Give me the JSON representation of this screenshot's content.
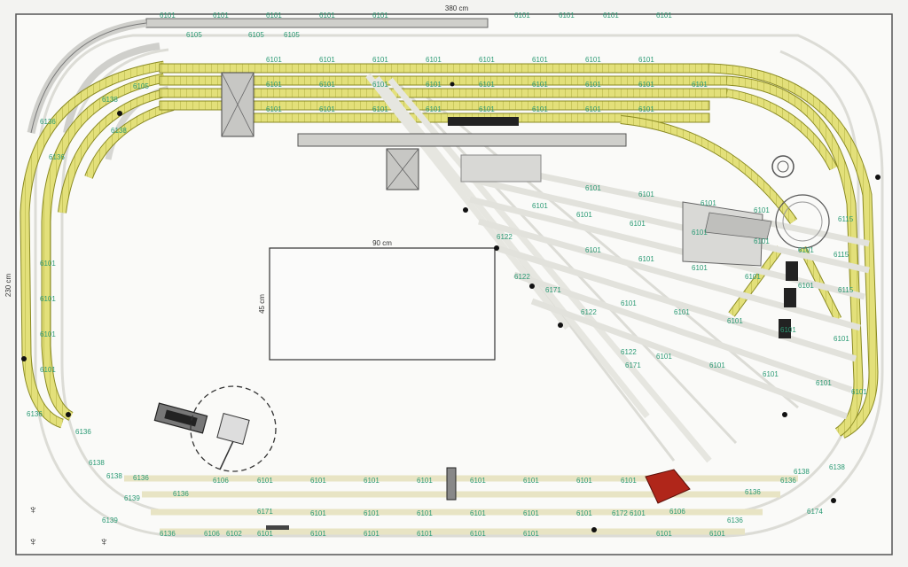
{
  "dimensions": {
    "width_label": "380 cm",
    "height_label": "230 cm",
    "box_width_label": "90 cm",
    "box_height_label": "45 cm"
  },
  "track_labels": {
    "straight": "6101",
    "curve": "6136",
    "curve_alt": "6138",
    "turnout_left": "6122",
    "turnout_right": "6171",
    "turnout_alt": "6172",
    "short": "6106",
    "short_alt": "6102",
    "flex": "6174",
    "end": "6115",
    "crossing": "6105",
    "cross_alt": "6139"
  },
  "colors": {
    "background": "#f3f3f1",
    "border": "#555555",
    "track_yellow": "#e3e07a",
    "track_edge": "#8a8a22",
    "sleeper": "#b9b94a",
    "ghost_track": "#d9d9d4",
    "label_green": "#2a9a74",
    "building_grey": "#c7c7c4",
    "red_building": "#b0261a"
  }
}
